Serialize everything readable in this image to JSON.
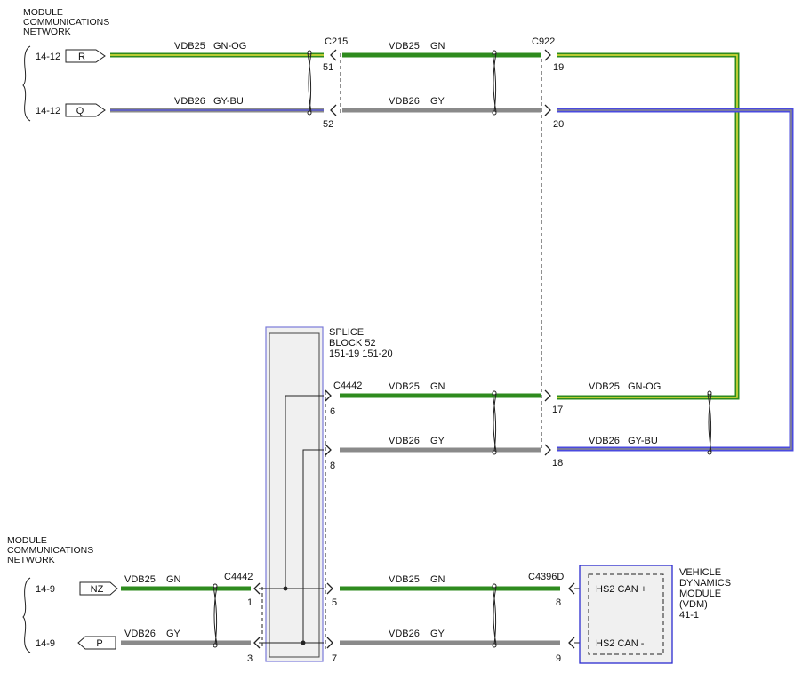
{
  "network_top": {
    "label_lines": [
      "MODULE",
      "COMMUNICATIONS",
      "NETWORK"
    ],
    "refs": [
      {
        "ref": "14-12",
        "tag": "R"
      },
      {
        "ref": "14-12",
        "tag": "Q"
      }
    ]
  },
  "network_bottom": {
    "label_lines": [
      "MODULE",
      "COMMUNICATIONS",
      "NETWORK"
    ],
    "refs": [
      {
        "ref": "14-9",
        "tag": "NZ"
      },
      {
        "ref": "14-9",
        "tag": "P"
      }
    ]
  },
  "connectors": {
    "c215": {
      "name": "C215",
      "pins": [
        "51",
        "52"
      ]
    },
    "c922": {
      "name": "C922",
      "pins": [
        "19",
        "20",
        "17",
        "18"
      ]
    },
    "c4442_upper": {
      "name": "C4442",
      "pins": [
        "6",
        "8"
      ]
    },
    "c4442_lower": {
      "name": "C4442",
      "pins": [
        "1",
        "3",
        "5",
        "7"
      ]
    },
    "c4396d": {
      "name": "C4396D",
      "pins": [
        "8",
        "9"
      ]
    }
  },
  "splice_block": {
    "label_lines": [
      "SPLICE",
      "BLOCK 52",
      "151-19  151-20"
    ]
  },
  "vdm": {
    "label_lines": [
      "VEHICLE",
      "DYNAMICS",
      "MODULE",
      "(VDM)",
      "41-1"
    ],
    "pins": [
      "HS2 CAN +",
      "HS2 CAN -"
    ]
  },
  "wires": [
    {
      "circuit": "VDB25",
      "color": "GN-OG"
    },
    {
      "circuit": "VDB26",
      "color": "GY-BU"
    },
    {
      "circuit": "VDB25",
      "color": "GN"
    },
    {
      "circuit": "VDB26",
      "color": "GY"
    },
    {
      "circuit": "VDB25",
      "color": "GN"
    },
    {
      "circuit": "VDB26",
      "color": "GY"
    },
    {
      "circuit": "VDB25",
      "color": "GN-OG"
    },
    {
      "circuit": "VDB26",
      "color": "GY-BU"
    },
    {
      "circuit": "VDB25",
      "color": "GN"
    },
    {
      "circuit": "VDB26",
      "color": "GY"
    },
    {
      "circuit": "VDB25",
      "color": "GN"
    },
    {
      "circuit": "VDB26",
      "color": "GY"
    }
  ],
  "colors": {
    "green": "#2e8b1e",
    "green_dark": "#1f6a14",
    "yellow_stripe": "#e8e23a",
    "gray": "#8a8a8a",
    "gray_dark": "#5a5a5a",
    "blue": "#4a4adf",
    "splice_border": "#7a7ad8",
    "vdm_border": "#2b2bd0"
  }
}
